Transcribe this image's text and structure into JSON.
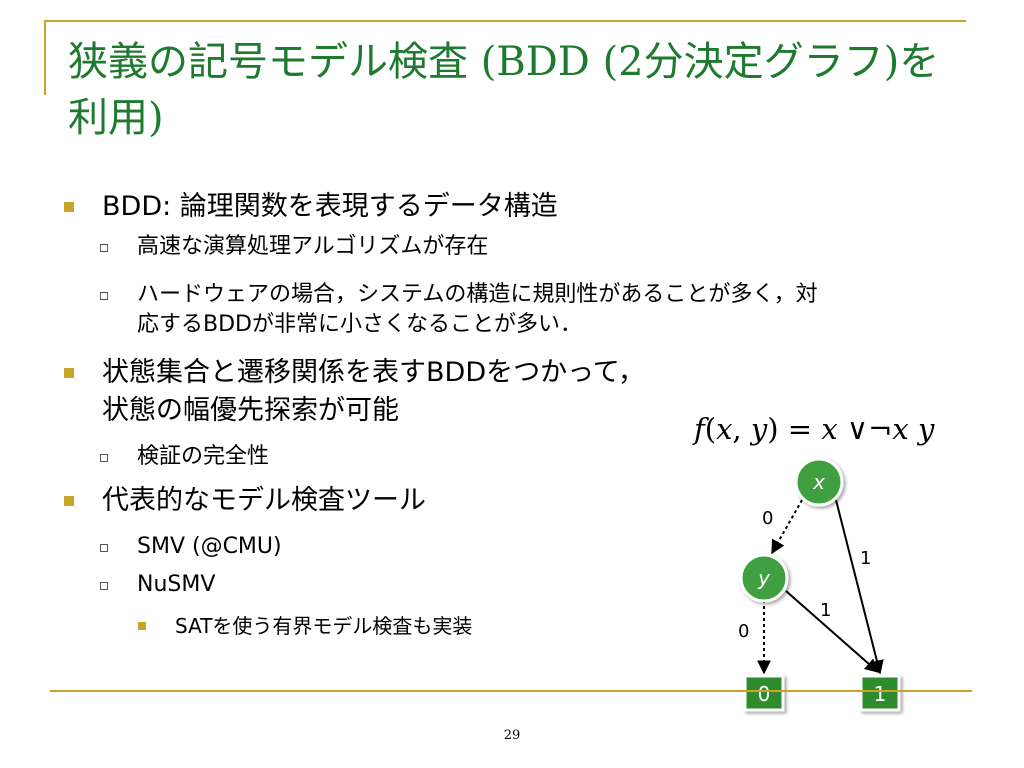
{
  "slide": {
    "title_jp1": "狭義の記号モデル検査",
    "title_latin1": " (BDD (2",
    "title_jp2": "分決定グラフ",
    "title_latin2": ")",
    "title_jp3": "を利用",
    "title_latin3": ")",
    "page_number": "29"
  },
  "bullets": {
    "b1": "BDD: 論理関数を表現するデータ構造",
    "b1_1": "高速な演算処理アルゴリズムが存在",
    "b1_2_line1": "ハードウェアの場合，システムの構造に規則性があることが多く，対",
    "b1_2_line2": "応するBDDが非常に小さくなることが多い．",
    "b2_line1": "状態集合と遷移関係を表すBDDをつかって，",
    "b2_line2": "状態の幅優先探索が可能",
    "b2_1": "検証の完全性",
    "b3": "代表的なモデル検査ツール",
    "b3_1": "SMV  (@CMU)",
    "b3_2": "NuSMV",
    "b3_2_1": "SATを使う有界モデル検査も実装"
  },
  "formula": {
    "f": "f",
    "open": "(",
    "x": "x",
    "comma": ", ",
    "y": "y",
    "close": ") = ",
    "x2": "x",
    "ops": " ∨¬",
    "x3": "x",
    "space": " ",
    "y2": "y"
  },
  "bdd": {
    "node_x": "x",
    "node_y": "y",
    "terminal_0": "0",
    "terminal_1": "1",
    "edge_x_y_label": "0",
    "edge_x_1_label": "1",
    "edge_y_1_label": "1",
    "edge_y_0_label": "0",
    "node_color": "#3f9f3f",
    "terminal_color": "#2e8b2e"
  },
  "colors": {
    "title": "#1e7a2e",
    "accent_rule": "#c9a227"
  }
}
